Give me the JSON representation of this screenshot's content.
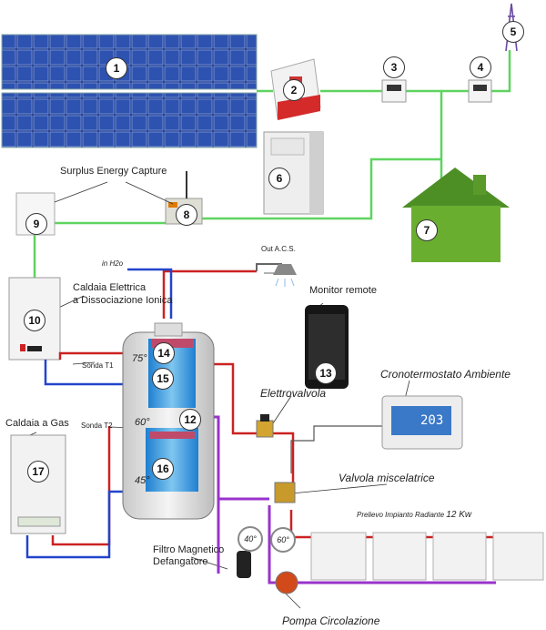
{
  "labels": {
    "surplus": "Surplus Energy Capture",
    "in_h2o": "in H2o",
    "out_acs": "Out A.C.S.",
    "monitor": "Monitor remote",
    "caldaia_elettrica_1": "Caldaia Elettrica",
    "caldaia_elettrica_2": "a Dissociazione Ionica",
    "sonda_t1": "Sonda T1",
    "sonda_t2": "Sonda T2",
    "caldaia_gas": "Caldaia a Gas",
    "cronotermostato": "Cronotermostato Ambiente",
    "elettrovalvola": "Elettrovalvola",
    "valvola": "Valvola miscelatrice",
    "prelievo": "Prelievo Impianto Radiante",
    "prelievo_kw": "12 Kw",
    "filtro_1": "Filtro Magnetico",
    "filtro_2": "Defangatore",
    "pompa": "Pompa  Circolazione"
  },
  "temps": {
    "t75": "75°",
    "t60": "60°",
    "t45": "45°",
    "v40": "40°",
    "v60": "60°"
  },
  "thermostat_display": "203",
  "numbers": [
    "1",
    "2",
    "3",
    "4",
    "5",
    "6",
    "7",
    "8",
    "9",
    "10",
    "12",
    "13",
    "14",
    "15",
    "16",
    "17"
  ],
  "colors": {
    "solar_link": "#5fd35f",
    "hot": "#cc2222",
    "cold": "#2244cc",
    "mixed": "#9933cc",
    "solar_panel": "#1f3c8f",
    "house": "#5a9a2a"
  }
}
